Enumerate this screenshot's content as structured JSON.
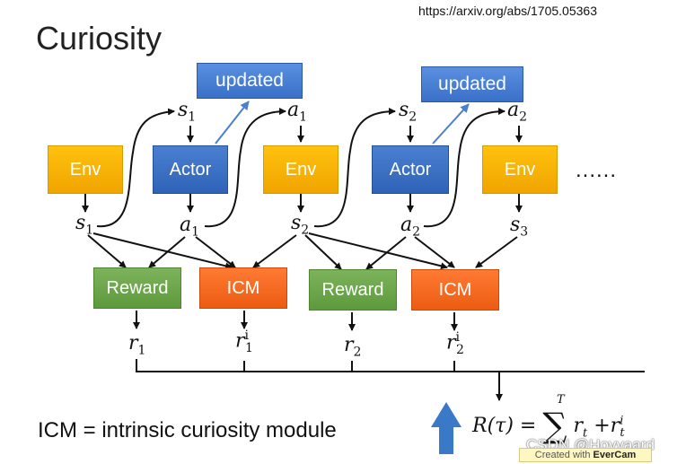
{
  "header": {
    "title": "Curiosity",
    "source_url": "https://arxiv.org/abs/1705.05363"
  },
  "diagram": {
    "env_label": "Env",
    "actor_label": "Actor",
    "updated_label": "updated",
    "reward_label": "Reward",
    "icm_label": "ICM",
    "ellipsis": "......",
    "states": {
      "s": "s",
      "a": "a",
      "r": "r",
      "i": "i"
    },
    "indices": [
      "1",
      "2",
      "3"
    ]
  },
  "footer": {
    "caption": "ICM = intrinsic curiosity module",
    "formula": {
      "lhs": "R(τ) =",
      "sigma": "∑",
      "upper": "T",
      "term1": "r",
      "plus": "+",
      "term2": "r",
      "sub": "t",
      "sup": "i"
    },
    "watermark": "CSDN @Hoyyaard",
    "evercam_prefix": "Created with",
    "evercam_brand": "EverCam"
  },
  "colors": {
    "env": "#f5b000",
    "actor": "#2f63b8",
    "updated": "#3a70c8",
    "reward": "#5d9a3c",
    "icm": "#ec5c12",
    "up_arrow": "#3a78c8"
  },
  "icons": {
    "big_arrow": "up-arrow-icon"
  }
}
